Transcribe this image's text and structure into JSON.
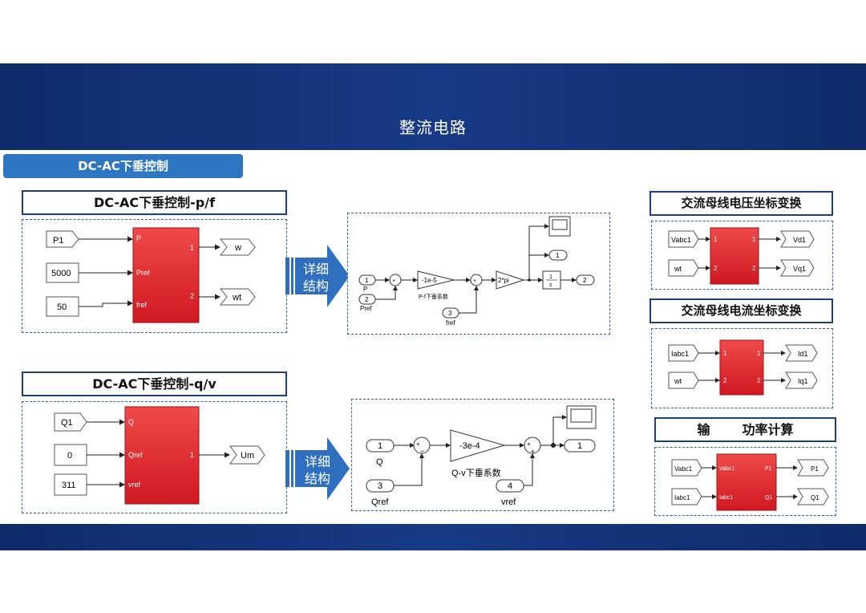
{
  "header": {
    "title": "整流电路"
  },
  "section_pill": "DC-AC下垂控制",
  "pf_panel": {
    "title": "DC-AC下垂控制-p/f",
    "in1": "P1",
    "in2": "5000",
    "in3": "50",
    "port_p": "P",
    "port_pref": "Pref",
    "port_fref": "fref",
    "port_out1": "1",
    "port_out2": "2",
    "out1": "w",
    "out2": "wt"
  },
  "pf_arrow": {
    "line1": "详细",
    "line2": "结构"
  },
  "pf_detail": {
    "in_p_num": "1",
    "in_p_label": "P",
    "in_pref_num": "2",
    "in_pref_label": "Pref",
    "gain1": "-1e-5",
    "gain1_label": "P-f下垂系数",
    "in_fref_num": "3",
    "in_fref_label": "fref",
    "gain2": "2*pi",
    "int_num": "1",
    "int_den": "s",
    "out1": "1",
    "out2": "2"
  },
  "qv_panel": {
    "title": "DC-AC下垂控制-q/v",
    "in1": "Q1",
    "in2": "0",
    "in3": "311",
    "port_q": "Q",
    "port_qref": "Qref",
    "port_vref": "vref",
    "port_out": "1",
    "out": "Um"
  },
  "qv_arrow": {
    "line1": "详细",
    "line2": "结构"
  },
  "qv_detail": {
    "in_q_num": "1",
    "in_q_label": "Q",
    "in_qref_num": "3",
    "in_qref_label": "Qref",
    "gain": "-3e-4",
    "gain_label": "Q-v下垂系数",
    "in_vref_num": "4",
    "in_vref_label": "vref",
    "out": "1"
  },
  "volt_panel": {
    "title": "交流母线电压坐标变换",
    "in1": "Vabc1",
    "in2": "wt",
    "port1": "1",
    "port2": "2",
    "oport1": "1",
    "oport2": "2",
    "out1": "Vd1",
    "out2": "Vq1"
  },
  "curr_panel": {
    "title": "交流母线电流坐标变换",
    "in1": "Iabc1",
    "in2": "wt",
    "port1": "1",
    "port2": "2",
    "oport1": "1",
    "oport2": "2",
    "out1": "Id1",
    "out2": "Iq1"
  },
  "power_panel": {
    "title_a": "输",
    "title_b": "功率计算",
    "in1": "Vabc1",
    "in2": "Iabc1",
    "port1": "Vabc1",
    "port2": "Iabc1",
    "oport1": "P1",
    "oport2": "Q1",
    "out1": "P1",
    "out2": "Q1"
  },
  "colors": {
    "header": "#173a86",
    "pill": "#2f76c2",
    "block": "#e0202a",
    "arrow": "#2e6fbf",
    "border": "#1f3f7a"
  }
}
